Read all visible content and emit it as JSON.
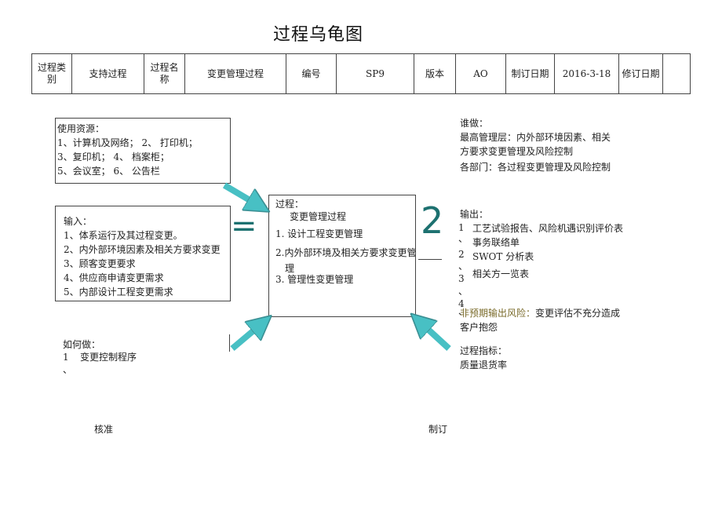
{
  "title": "过程乌龟图",
  "header": {
    "process_type_label": "过程类别",
    "process_type": "支持过程",
    "process_name_label": "过程名称",
    "process_name": "变更管理过程",
    "code_label": "编号",
    "code": "SP9",
    "version_label": "版本",
    "version": "AO",
    "issue_date_label": "制订日期",
    "issue_date": "2016-3-18",
    "revision_date_label": "修订日期",
    "revision_date": ""
  },
  "resources": {
    "heading": "使用资源：",
    "lines": [
      "1、计算机及网络；  2、  打印机；",
      "3、复印机；        4、  档案柜；",
      "5、会议室；        6、  公告栏"
    ]
  },
  "who": {
    "heading": "谁做：",
    "lines": [
      "最高管理层：内外部环境因素、相关",
      "方要求变更管理及风险控制",
      "各部门：各过程变更管理及风险控制"
    ]
  },
  "inputs": {
    "heading": "输入：",
    "lines": [
      "1、体系运行及其过程变更。",
      "2、内外部环境因素及相关方要求变更",
      "3、顾客变更要求",
      "4、供应商申请变更需求",
      "5、内部设计工程变更需求"
    ]
  },
  "equals_sign": "=",
  "process": {
    "heading": "过程：",
    "name": "变更管理过程",
    "item1": "1. 设计工程变更管理",
    "item2a": "2.内外部环境及相关方要求变更管",
    "item2b": "理",
    "item3": "3. 管理性变更管理"
  },
  "big_number": "2",
  "outputs": {
    "heading": "输出：",
    "item1": "工艺试验报告、风险机遇识别评价表",
    "item2": "事务联络单",
    "item3": "SWOT 分析表",
    "item4": "相关方一览表",
    "markers": [
      "1",
      "、",
      "2",
      "、",
      "3",
      "、",
      "4",
      "、"
    ]
  },
  "risk": {
    "label": "非预期输出风险：",
    "text": "变更评估不充分造成",
    "text2": "客户抱怨"
  },
  "how": {
    "heading": "如何做：",
    "num": "1",
    "item": "变更控制程序",
    "mark": "、"
  },
  "indicators": {
    "heading": "过程指标：",
    "item": "质量退货率"
  },
  "footer": {
    "approve": "核准",
    "prepare": "制订"
  },
  "accent_color": "#48c0c4"
}
